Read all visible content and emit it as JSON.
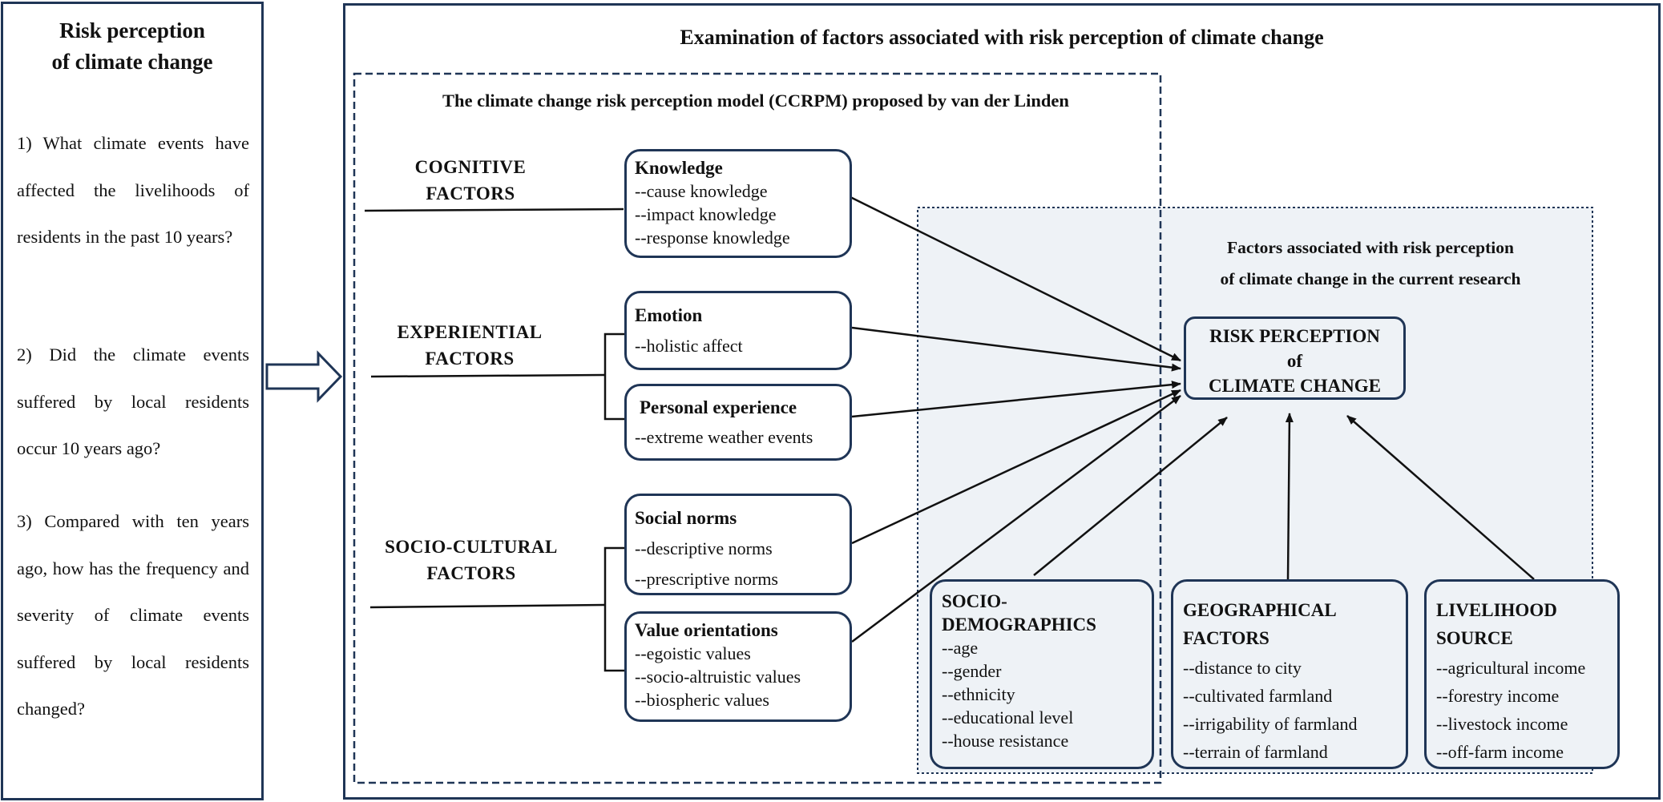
{
  "left_panel": {
    "title_line1": "Risk perception",
    "title_line2": "of climate change",
    "questions": [
      "1) What climate events have affected the livelihoods of residents in the past 10 years?",
      "2) Did the climate events suffered by local residents occur 10 years ago?",
      "3) Compared with ten years ago, how has the frequency and severity of climate events suffered by local residents changed?"
    ]
  },
  "main_title": "Examination of factors associated with risk perception of climate change",
  "ccrpm_title": "The climate change risk perception model (CCRPM) proposed by van der Linden",
  "categories": {
    "cognitive": [
      "COGNITIVE",
      "FACTORS"
    ],
    "experiential": [
      "EXPERIENTIAL",
      "FACTORS"
    ],
    "socio_cultural": [
      "SOCIO-CULTURAL",
      "FACTORS"
    ]
  },
  "boxes": {
    "knowledge": {
      "heading": "Knowledge",
      "items": [
        "--cause knowledge",
        "--impact knowledge",
        "--response knowledge"
      ]
    },
    "emotion": {
      "heading": "Emotion",
      "items": [
        "--holistic affect"
      ]
    },
    "personal_experience": {
      "heading": "Personal experience",
      "items": [
        "--extreme weather events"
      ]
    },
    "social_norms": {
      "heading": "Social norms",
      "items": [
        "--descriptive norms",
        "--prescriptive norms"
      ]
    },
    "value_orientations": {
      "heading": "Value orientations",
      "items": [
        "--egoistic values",
        "--socio-altruistic values",
        "--biospheric values"
      ]
    },
    "socio_demographics": {
      "heading_line1": "SOCIO-",
      "heading_line2": "DEMOGRAPHICS",
      "items": [
        "--age",
        "--gender",
        "--ethnicity",
        "--educational level",
        "--house resistance"
      ]
    },
    "geographical": {
      "heading_line1": "GEOGRAPHICAL",
      "heading_line2": "FACTORS",
      "items": [
        "--distance to city",
        "--cultivated farmland",
        "--irrigability of farmland",
        "--terrain of farmland"
      ]
    },
    "livelihood": {
      "heading_line1": "LIVELIHOOD",
      "heading_line2": "SOURCE",
      "items": [
        "--agricultural income",
        "--forestry income",
        "--livestock income",
        "--off-farm income"
      ]
    }
  },
  "current_research_title_line1": "Factors associated with risk perception",
  "current_research_title_line2": "of climate change in the current research",
  "risk_perception": {
    "line1": "RISK PERCEPTION",
    "line2": "of",
    "line3": "CLIMATE CHANGE"
  },
  "colors": {
    "border": "#1f3556",
    "shaded_region": "#eef2f6",
    "text": "#111111"
  }
}
